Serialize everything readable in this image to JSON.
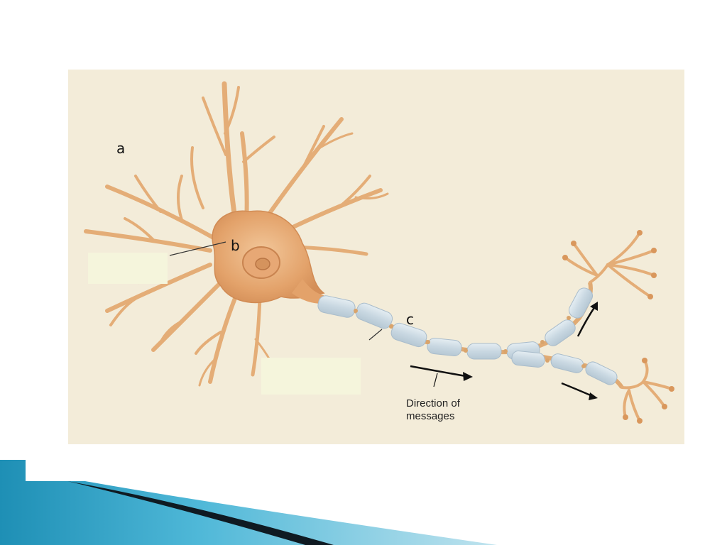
{
  "labels": {
    "a": "a",
    "b": "b",
    "c": "c"
  },
  "caption": {
    "line1": "Direction of",
    "line2": "messages"
  },
  "colors": {
    "background": "#f3ecd9",
    "cell_body": "#e9b07a",
    "dendrite": "#e8b683",
    "myelin": "#cfdbe3",
    "node": "#d9a46c",
    "label_box": "#f5f5dc",
    "footer_blue": "#2e9fc4",
    "footer_dark": "#0f1a22"
  }
}
